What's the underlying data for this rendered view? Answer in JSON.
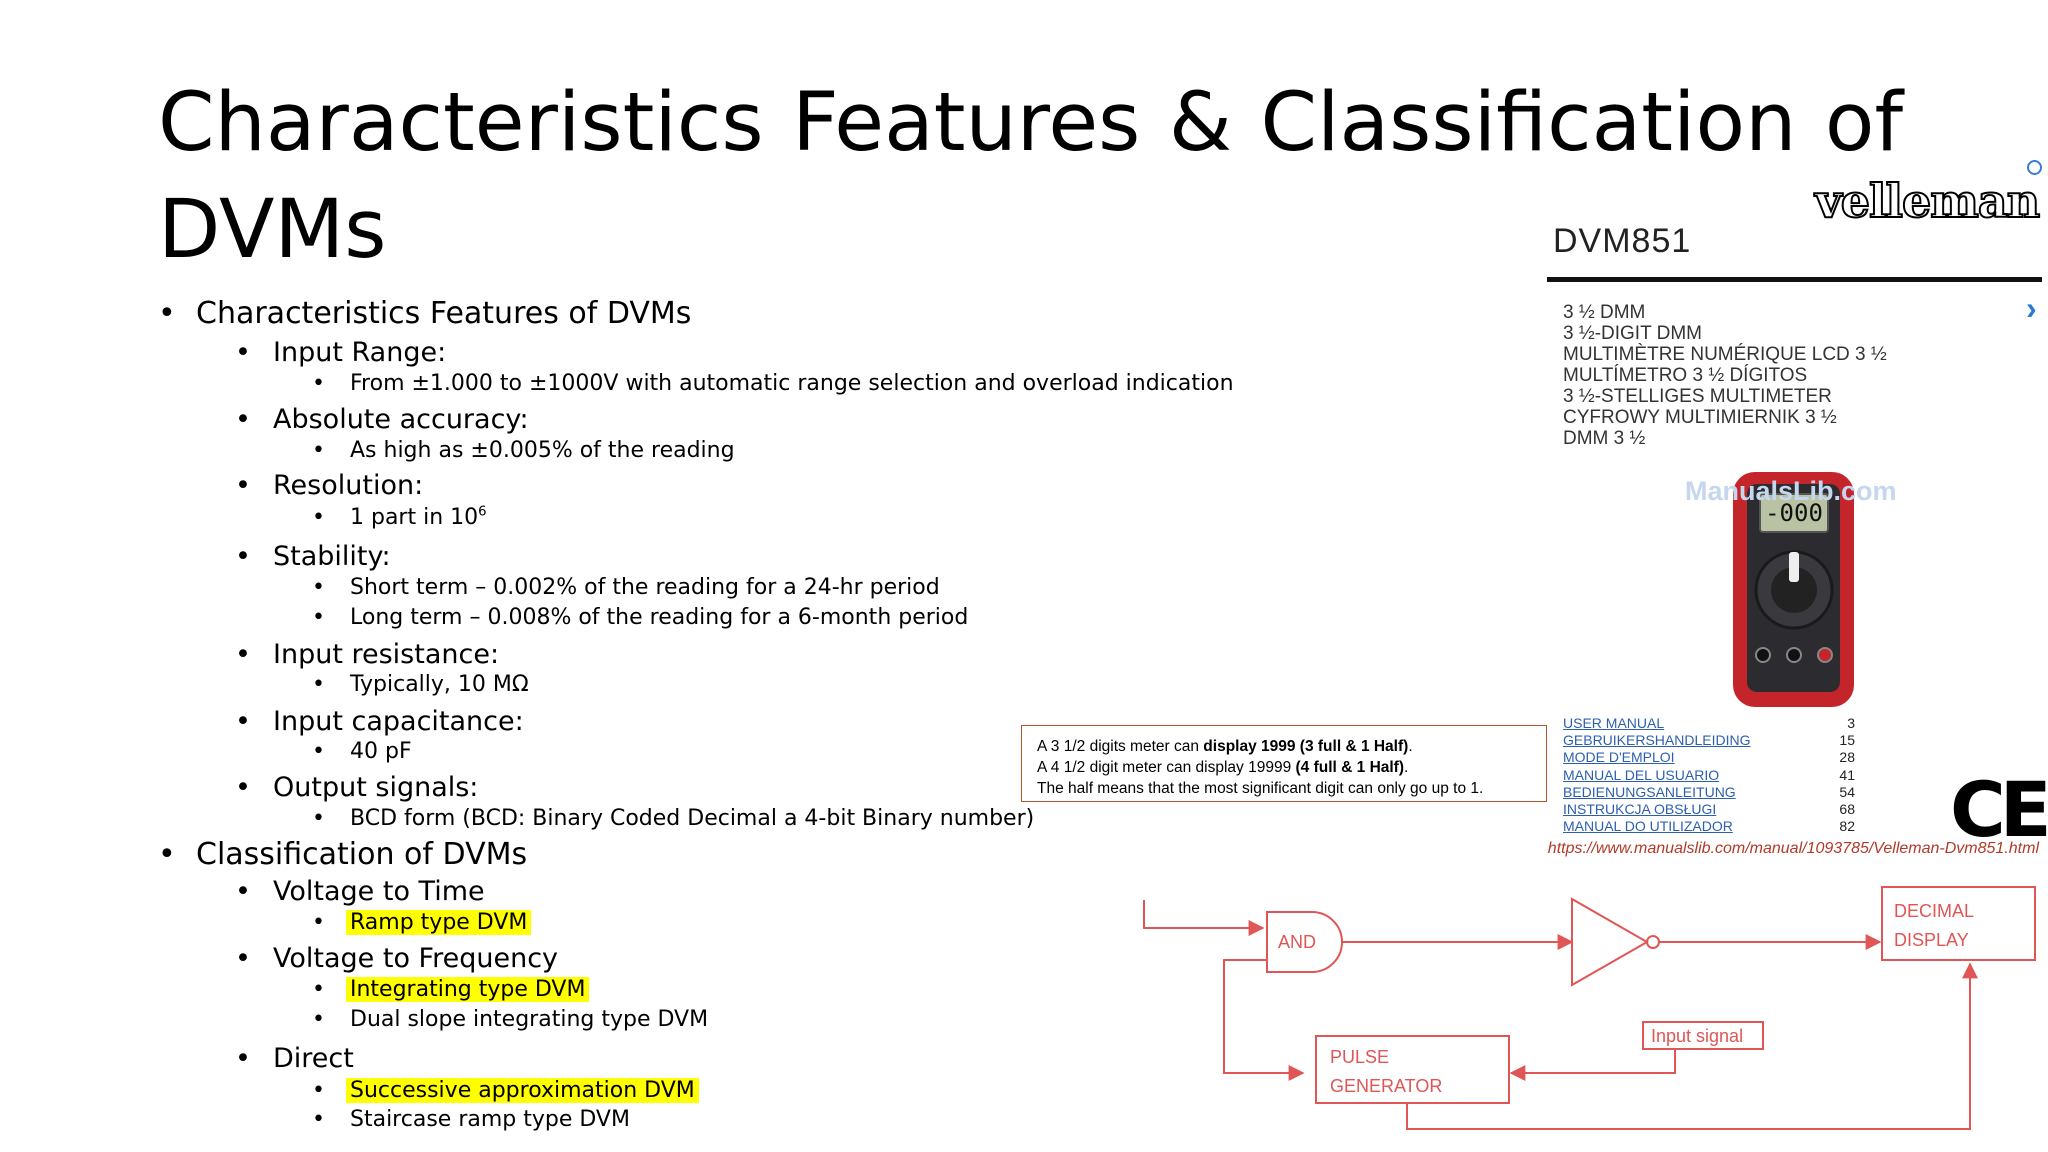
{
  "title": {
    "line1_words": [
      "Characteristics",
      "Features",
      "&",
      "Classification",
      "of"
    ],
    "line2": "DVMs"
  },
  "outline": [
    {
      "level": 1,
      "text": "Characteristics Features of DVMs"
    },
    {
      "level": 2,
      "text": "Input Range:"
    },
    {
      "level": 3,
      "text": "From ±1.000 to ±1000V with automatic range selection and overload indication"
    },
    {
      "level": 2,
      "text": "Absolute accuracy:"
    },
    {
      "level": 3,
      "text": "As high as ±0.005% of the reading"
    },
    {
      "level": 2,
      "text": "Resolution:"
    },
    {
      "level": 3,
      "text": "1 part in 10",
      "sup": "6"
    },
    {
      "level": 2,
      "text": "Stability:"
    },
    {
      "level": 3,
      "text": "Short term – 0.002% of the reading for a 24-hr period"
    },
    {
      "level": 3,
      "text": "Long term – 0.008% of the reading for a 6-month period"
    },
    {
      "level": 2,
      "text": "Input resistance:"
    },
    {
      "level": 3,
      "text": "Typically, 10 MΩ"
    },
    {
      "level": 2,
      "text": "Input capacitance:"
    },
    {
      "level": 3,
      "text": "40 pF"
    },
    {
      "level": 2,
      "text": "Output signals:"
    },
    {
      "level": 3,
      "text": "BCD form (BCD: Binary Coded Decimal a 4-bit Binary number)"
    },
    {
      "level": 1,
      "text": "Classification of DVMs"
    },
    {
      "level": 2,
      "text": "Voltage to Time"
    },
    {
      "level": 3,
      "text": "Ramp type DVM",
      "highlight": true
    },
    {
      "level": 2,
      "text": "Voltage to Frequency"
    },
    {
      "level": 3,
      "text": "Integrating type DVM",
      "highlight": true
    },
    {
      "level": 3,
      "text": "Dual slope integrating type DVM"
    },
    {
      "level": 2,
      "text": "Direct"
    },
    {
      "level": 3,
      "text": "Successive approximation DVM",
      "highlight": true
    },
    {
      "level": 3,
      "text": "Staircase ramp type DVM"
    }
  ],
  "manual": {
    "brand": "velleman",
    "model": "DVM851",
    "titles": [
      "3 ½ DMM",
      "3 ½-DIGIT DMM",
      "MULTIMÈTRE NUMÉRIQUE LCD 3 ½",
      "MULTÍMETRO 3 ½ DÍGITOS",
      "3 ½-STELLIGES MULTIMETER",
      "CYFROWY MULTIMIERNIK 3 ½",
      "DMM 3 ½"
    ],
    "watermark": "ManualsLib.com",
    "meter_display": "-000",
    "toc": [
      {
        "name": "USER MANUAL",
        "page": "3"
      },
      {
        "name": "GEBRUIKERSHANDLEIDING",
        "page": "15"
      },
      {
        "name": "MODE D'EMPLOI",
        "page": "28"
      },
      {
        "name": "MANUAL DEL USUARIO",
        "page": "41"
      },
      {
        "name": "BEDIENUNGSANLEITUNG",
        "page": "54"
      },
      {
        "name": "INSTRUKCJA OBSŁUGI",
        "page": "68"
      },
      {
        "name": "MANUAL DO UTILIZADOR",
        "page": "82"
      }
    ],
    "ce_mark": "CE",
    "url": "https://www.manualslib.com/manual/1093785/Velleman-Dvm851.html"
  },
  "note": {
    "l1_pre": "A 3 1/2 digits meter can ",
    "l1_bold": "display 1999 (3 full & 1 Half)",
    "l1_post": ".",
    "l2_pre": "A 4 1/2 digit meter can display 19999 ",
    "l2_bold": "(4 full & 1 Half)",
    "l2_post": ".",
    "l3": "The half means that the most significant digit can only go up to 1."
  },
  "diagram": {
    "and_label": "AND",
    "display_l1": "DECIMAL",
    "display_l2": "DISPLAY",
    "input_label": "Input signal",
    "pulse_l1": "PULSE",
    "pulse_l2": "GENERATOR",
    "color": "#e05555"
  }
}
